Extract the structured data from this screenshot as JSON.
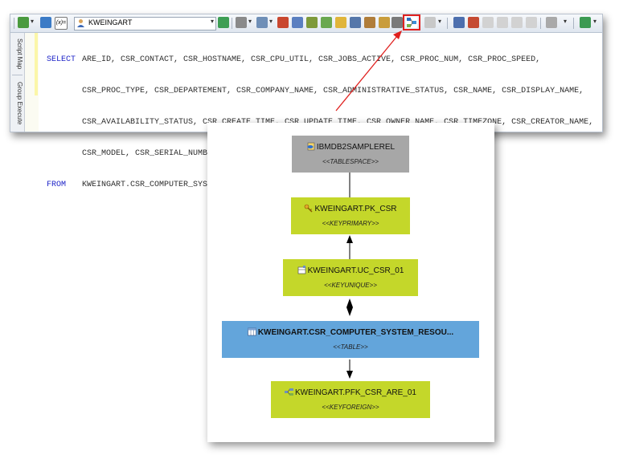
{
  "toolbar": {
    "schema_value": "KWEINGART",
    "icons": [
      "run-icon",
      "explain-icon",
      "variables-icon",
      "user-icon",
      "refresh-icon",
      "format-icon",
      "history-icon",
      "object-icon",
      "query-builder-icon",
      "describe-icon",
      "ddl-icon",
      "highlight-icon",
      "notes-icon",
      "compare-icon",
      "link-icon",
      "dependencies-icon",
      "settings-icon",
      "watch-icon",
      "run-step-icon",
      "breakpoint-icon",
      "step-into-icon",
      "step-over-icon",
      "step-out-icon",
      "stop-icon",
      "export-icon"
    ]
  },
  "side_tabs": {
    "script_map": "Script Map",
    "group_execute": "Group Execute"
  },
  "sql": {
    "kw_select": "SELECT",
    "kw_from": "FROM",
    "line1": "ARE_ID, CSR_CONTACT, CSR_HOSTNAME, CSR_CPU_UTIL, CSR_JOBS_ACTIVE, CSR_PROC_NUM, CSR_PROC_SPEED,",
    "line2": "CSR_PROC_TYPE, CSR_DEPARTEMENT, CSR_COMPANY_NAME, CSR_ADMINISTRATIVE_STATUS, CSR_NAME, CSR_DISPLAY_NAME,",
    "line3": "CSR_AVAILABILITY_STATUS, CSR_CREATE_TIME, CSR_UPDATE_TIME, CSR_OWNER_NAME, CSR_TIMEZONE, CSR_CREATOR_NAME,",
    "line4": "CSR_MODEL, CSR_SERIAL_NUMBER",
    "line5": "KWEINGART.CSR_COMPUTER_SYSTEM_RESOURCES;"
  },
  "diagram": {
    "tablespace": {
      "name": "IBMDB2SAMPLEREL",
      "stereo": "<<TABLESPACE>>"
    },
    "pk": {
      "name": "KWEINGART.PK_CSR",
      "stereo": "<<KEYPRIMARY>>"
    },
    "uc": {
      "name": "KWEINGART.UC_CSR_01",
      "stereo": "<<KEYUNIQUE>>"
    },
    "table": {
      "name": "KWEINGART.CSR_COMPUTER_SYSTEM_RESOU...",
      "stereo": "<<TABLE>>"
    },
    "fk": {
      "name": "KWEINGART.PFK_CSR_ARE_01",
      "stereo": "<<KEYFOREIGN>>"
    }
  },
  "colors": {
    "highlight": "#e0201e",
    "tablespace_fill": "#a7a7a7",
    "key_fill": "#c4d72a",
    "table_fill": "#63a5db",
    "keyword": "#1e24c8"
  }
}
